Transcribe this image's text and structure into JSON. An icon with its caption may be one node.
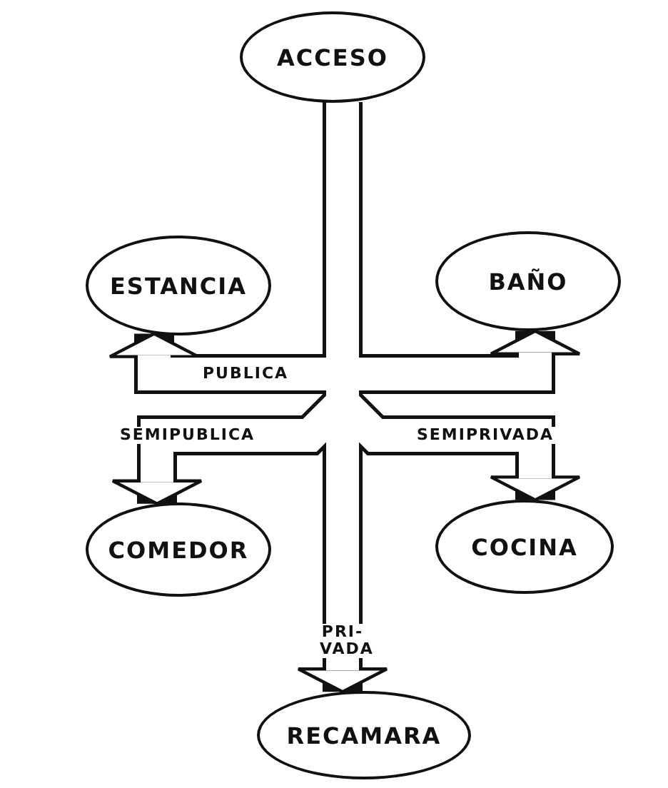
{
  "diagram": {
    "nodes": [
      {
        "text": [
          "ACCESO"
        ]
      },
      {
        "text": [
          "ESTANCIA"
        ]
      },
      {
        "text": [
          "BAÑO"
        ]
      },
      {
        "text": [
          "COMEDOR"
        ]
      },
      {
        "text": [
          "COCINA"
        ]
      },
      {
        "text": [
          "RECAMARA"
        ]
      }
    ],
    "edges": [
      {
        "from": 0,
        "to": 1,
        "arrow": "to",
        "label": "PUBLICA"
      },
      {
        "from": 0,
        "to": 2,
        "arrow": "to"
      },
      {
        "from": 0,
        "to": 3,
        "arrow": "to",
        "label": "SEMIPUBLICA"
      },
      {
        "from": 0,
        "to": 4,
        "arrow": "to",
        "label": "SEMIPRIVADA"
      },
      {
        "from": 0,
        "to": 5,
        "arrow": "to",
        "label": "PRI- VADA"
      }
    ]
  }
}
